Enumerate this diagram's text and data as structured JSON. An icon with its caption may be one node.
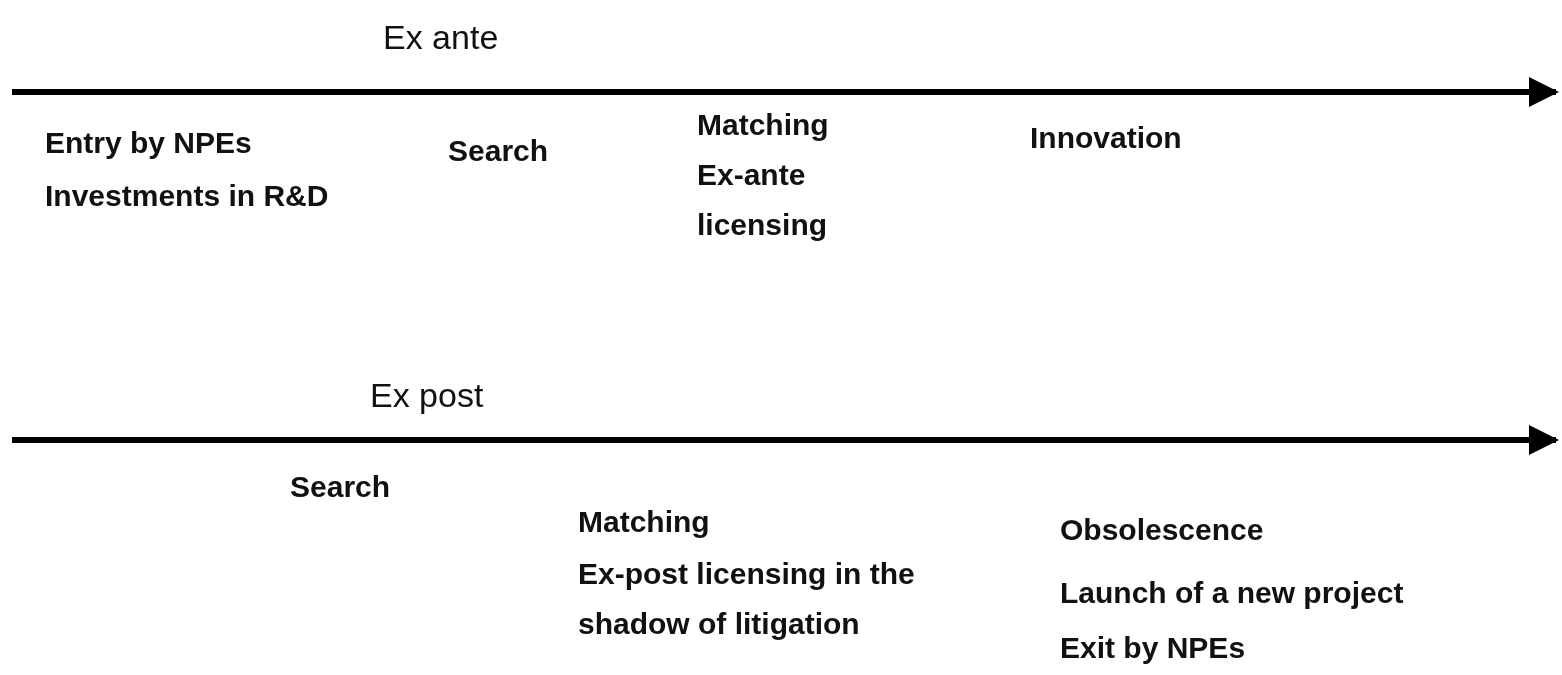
{
  "diagram": {
    "labels": [
      "Ex ante",
      "Entry by NPEs",
      "Investments in R&D",
      "Search",
      "Matching",
      "Ex-ante licensing",
      "Innovation",
      "Ex post",
      "Search",
      "Matching",
      "Ex-post licensing in the shadow of litigation",
      "Obsolescence",
      "Launch of a new project",
      "Exit by NPEs"
    ]
  }
}
